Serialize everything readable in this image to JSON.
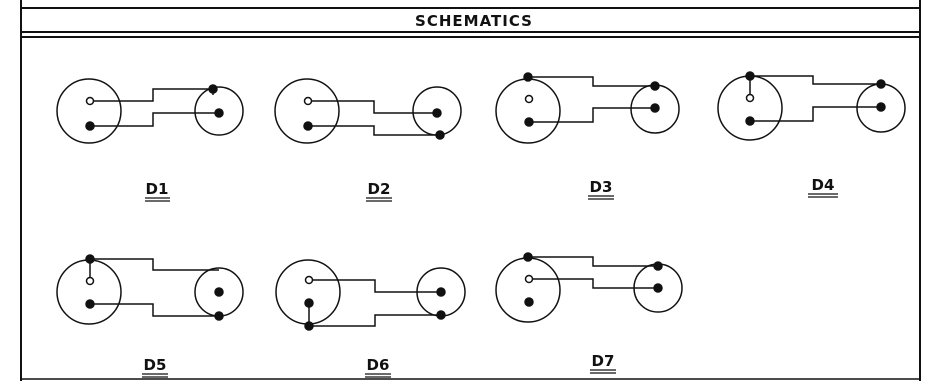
{
  "title": "SCHEMATICS",
  "colors": {
    "ink": "#111111",
    "paper": "#ffffff"
  },
  "schematics": [
    {
      "label": "D1"
    },
    {
      "label": "D2"
    },
    {
      "label": "D3"
    },
    {
      "label": "D4"
    },
    {
      "label": "D5"
    },
    {
      "label": "D6"
    },
    {
      "label": "D7"
    }
  ]
}
